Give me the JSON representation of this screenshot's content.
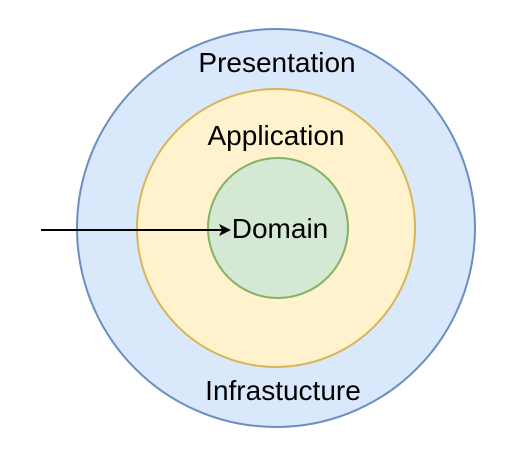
{
  "diagram": {
    "layers": [
      {
        "label": "Presentation",
        "fill": "#dae8fc",
        "stroke": "#6c8ebf"
      },
      {
        "label": "Application",
        "fill": "#fff2cc",
        "stroke": "#d6b656"
      },
      {
        "label": "Domain",
        "fill": "#d5e8d4",
        "stroke": "#82b366"
      }
    ],
    "outer_bottom_label": "Infrastucture",
    "arrow_color": "#000000"
  }
}
